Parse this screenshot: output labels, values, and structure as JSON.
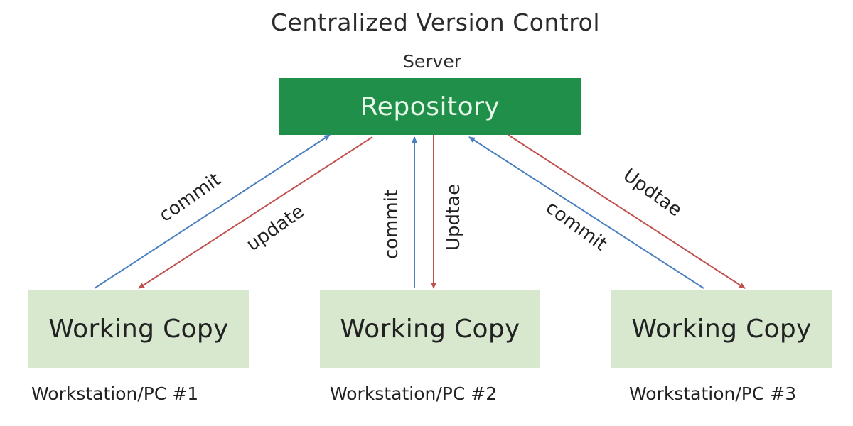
{
  "title": "Centralized Version Control",
  "server": {
    "label": "Server",
    "repository": "Repository"
  },
  "workstations": [
    {
      "box_label": "Working Copy",
      "caption": "Workstation/PC #1"
    },
    {
      "box_label": "Working Copy",
      "caption": "Workstation/PC #2"
    },
    {
      "box_label": "Working Copy",
      "caption": "Workstation/PC #3"
    }
  ],
  "arrow_labels": {
    "ws1_commit": "commit",
    "ws1_update": "update",
    "ws2_commit": "commit",
    "ws2_update": "Updtae",
    "ws3_commit": "commit",
    "ws3_update": "Updtae"
  },
  "colors": {
    "repository": "#1f8f4a",
    "working_copy": "#d7e8cf",
    "commit_arrow": "#4a7fc0",
    "update_arrow": "#c0504d"
  }
}
